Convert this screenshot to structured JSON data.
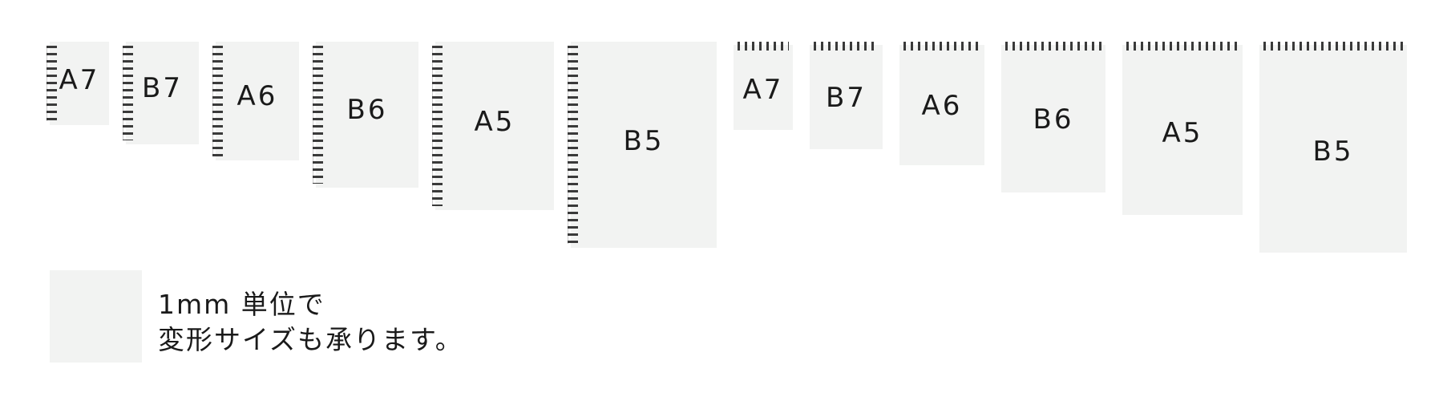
{
  "side_bound": [
    {
      "label": "A7"
    },
    {
      "label": "B7"
    },
    {
      "label": "A6"
    },
    {
      "label": "B6"
    },
    {
      "label": "A5"
    },
    {
      "label": "B5"
    }
  ],
  "top_bound": [
    {
      "label": "A7"
    },
    {
      "label": "B7"
    },
    {
      "label": "A6"
    },
    {
      "label": "B6"
    },
    {
      "label": "A5"
    },
    {
      "label": "B5"
    }
  ],
  "note": {
    "line1": "1mm 単位で",
    "line2": "変形サイズも承ります。"
  }
}
